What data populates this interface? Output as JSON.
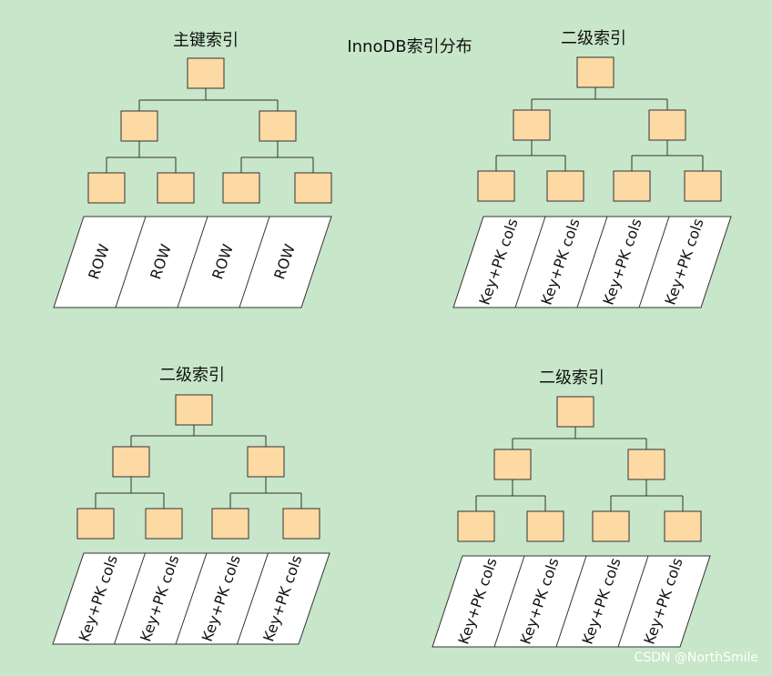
{
  "diagram_title": "InnoDB索引分布",
  "watermark": "CSDN @NorthSmile",
  "trees": [
    {
      "label": "主键索引",
      "leaf_cells": [
        "ROW",
        "ROW",
        "ROW",
        "ROW"
      ]
    },
    {
      "label": "二级索引",
      "leaf_cells": [
        "Key+PK cols",
        "Key+PK cols",
        "Key+PK cols",
        "Key+PK cols"
      ]
    },
    {
      "label": "二级索引",
      "leaf_cells": [
        "Key+PK cols",
        "Key+PK cols",
        "Key+PK cols",
        "Key+PK cols"
      ]
    },
    {
      "label": "二级索引",
      "leaf_cells": [
        "Key+PK cols",
        "Key+PK cols",
        "Key+PK cols",
        "Key+PK cols"
      ]
    }
  ],
  "colors": {
    "background": "#c8e6c9",
    "node_fill": "#fdd9a4",
    "stroke": "#333333",
    "strip_fill": "#ffffff"
  }
}
